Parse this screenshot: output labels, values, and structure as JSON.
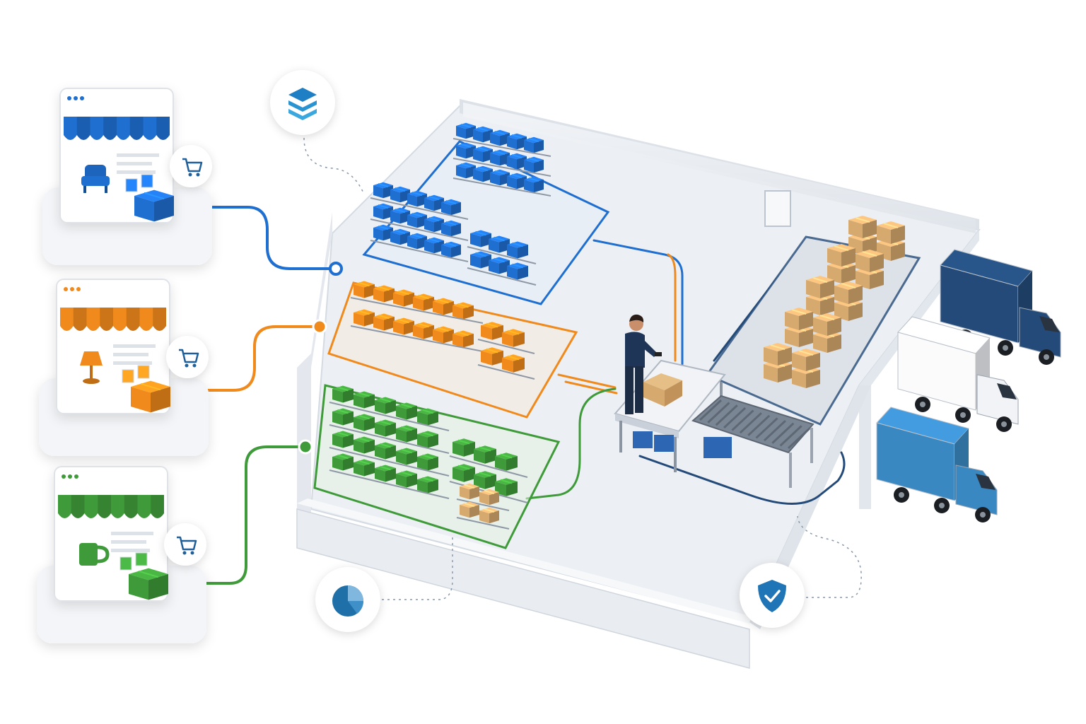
{
  "colors": {
    "background": "#ffffff",
    "blue": "#1f6fd1",
    "orange": "#f08a1c",
    "green": "#3f9b3a",
    "navy": "#234a78",
    "slate": "#3a6e9a",
    "wall": "#e9edf2",
    "floor": "#eceff3",
    "cardboard": "#d6a96e"
  },
  "storefronts": [
    {
      "id": "blue",
      "color": "#1f6fd1",
      "icon": "armchair-icon",
      "cart_icon": "cart-icon"
    },
    {
      "id": "orange",
      "color": "#f08a1c",
      "icon": "lamp-icon",
      "cart_icon": "cart-icon"
    },
    {
      "id": "green",
      "color": "#3f9b3a",
      "icon": "mug-icon",
      "cart_icon": "cart-icon"
    }
  ],
  "badges": [
    {
      "id": "inventory",
      "icon": "layers-icon"
    },
    {
      "id": "analytics",
      "icon": "pie-chart-icon"
    },
    {
      "id": "protection",
      "icon": "shield-check-icon"
    }
  ],
  "warehouse": {
    "zones": [
      "blue-storage-zone",
      "orange-storage-zone",
      "green-storage-zone"
    ],
    "elements": [
      "packing-station",
      "roller-conveyor",
      "outbound-pallet-lane",
      "loading-docks"
    ]
  },
  "trucks": [
    {
      "id": "truck-1",
      "color": "#234a78"
    },
    {
      "id": "truck-2",
      "color": "#ffffff"
    },
    {
      "id": "truck-3",
      "color": "#3a88c2"
    }
  ]
}
